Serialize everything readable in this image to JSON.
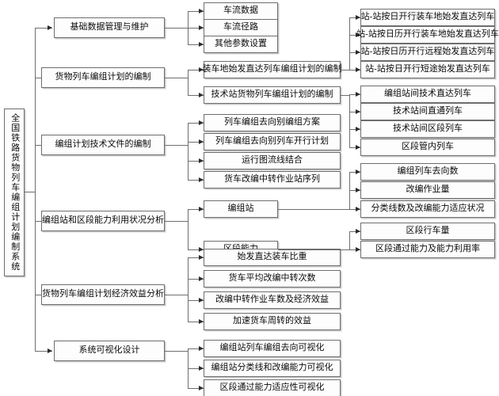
{
  "diagram": {
    "title_root": "全国铁路货物列车编组计划编制系统",
    "modules": [
      {
        "label": "基础数据管理与维护"
      },
      {
        "label": "货物列车编组计划的编制"
      },
      {
        "label": "编组计划技术文件的编制"
      },
      {
        "label": "编组站和区段能力利用状况分析"
      },
      {
        "label": "货物列车编组计划经济效益分析"
      },
      {
        "label": "系统可视化设计"
      }
    ],
    "level2": [
      {
        "label": "车流数据"
      },
      {
        "label": "车流径路"
      },
      {
        "label": "其他参数设置"
      },
      {
        "label": "装车地始发直达列车编组计划的编制"
      },
      {
        "label": "技术站货物列车编组计划的编制"
      },
      {
        "label": "列车编组去向别编组方案"
      },
      {
        "label": "列车编组去向别列车开行计划"
      },
      {
        "label": "运行图流线结合"
      },
      {
        "label": "货车改编中转作业站序列"
      },
      {
        "label": "编组站"
      },
      {
        "label": "区段能力"
      },
      {
        "label": "始发直达装车比重"
      },
      {
        "label": "货车平均改编中转次数"
      },
      {
        "label": "改编中转作业车数及经济效益"
      },
      {
        "label": "加速货车周转的效益"
      },
      {
        "label": "编组站列车编组去向可视化"
      },
      {
        "label": "编组站分类线和改编能力可视化"
      },
      {
        "label": "区段通过能力适应性可视化"
      }
    ],
    "level3": [
      {
        "label": "站-站按日开行装车地始发直达列车"
      },
      {
        "label": "站-站按日历开行装车地始发直达列车"
      },
      {
        "label": "站-站按日历开行远程始发直达列车"
      },
      {
        "label": "站-站按日开行短途始发直达列车"
      },
      {
        "label": "编组站间技术直达列车"
      },
      {
        "label": "技术站间直通列车"
      },
      {
        "label": "技术站间区段列车"
      },
      {
        "label": "区段管内列车"
      },
      {
        "label": "编组列车去向数"
      },
      {
        "label": "改编作业量"
      },
      {
        "label": "分类线数及改编能力适应状况"
      },
      {
        "label": "区段行车量"
      },
      {
        "label": "区段通过能力及能力利用率"
      }
    ],
    "colors": {
      "box_border": "#6e6e6e",
      "box_fill": "#fdfdfd",
      "box_shadow": "#c9c9c9",
      "connector": "#6e6e6e",
      "arrow": "#2b2b2b",
      "text": "#0a0a0a",
      "background": "#ffffff"
    }
  }
}
